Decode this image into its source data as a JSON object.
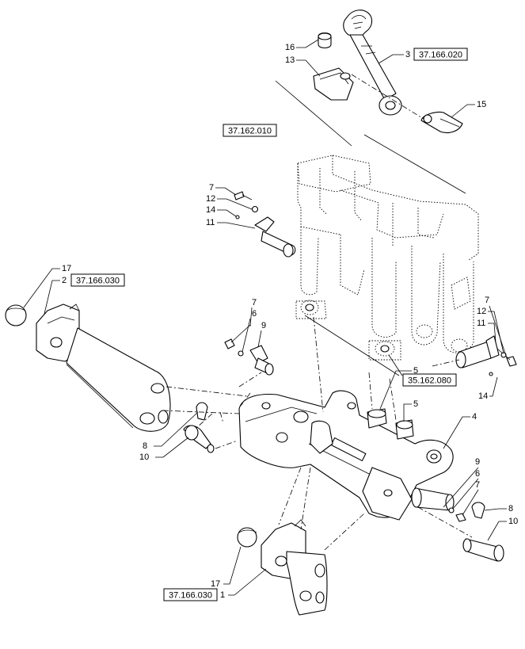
{
  "diagram": {
    "references": [
      {
        "id": "ref-37-166-020",
        "text": "37.166.020"
      },
      {
        "id": "ref-37-162-010",
        "text": "37.162.010"
      },
      {
        "id": "ref-37-166-030-top",
        "text": "37.166.030"
      },
      {
        "id": "ref-35-162-080",
        "text": "35.162.080"
      },
      {
        "id": "ref-37-166-030-bottom",
        "text": "37.166.030"
      }
    ],
    "callouts": {
      "c16": "16",
      "c13": "13",
      "c3": "3",
      "c15": "15",
      "c7a": "7",
      "c12a": "12",
      "c14a": "14",
      "c11a": "11",
      "c17a": "17",
      "c2": "2",
      "c7b": "7",
      "c6a": "6",
      "c9a": "9",
      "c7c": "7",
      "c12b": "12",
      "c11b": "11",
      "c14b": "14",
      "c5a": "5",
      "c5b": "5",
      "c4": "4",
      "c8a": "8",
      "c10a": "10",
      "c9b": "9",
      "c6b": "6",
      "c7d": "7",
      "c8b": "8",
      "c10b": "10",
      "c17b": "17",
      "c1": "1"
    }
  }
}
